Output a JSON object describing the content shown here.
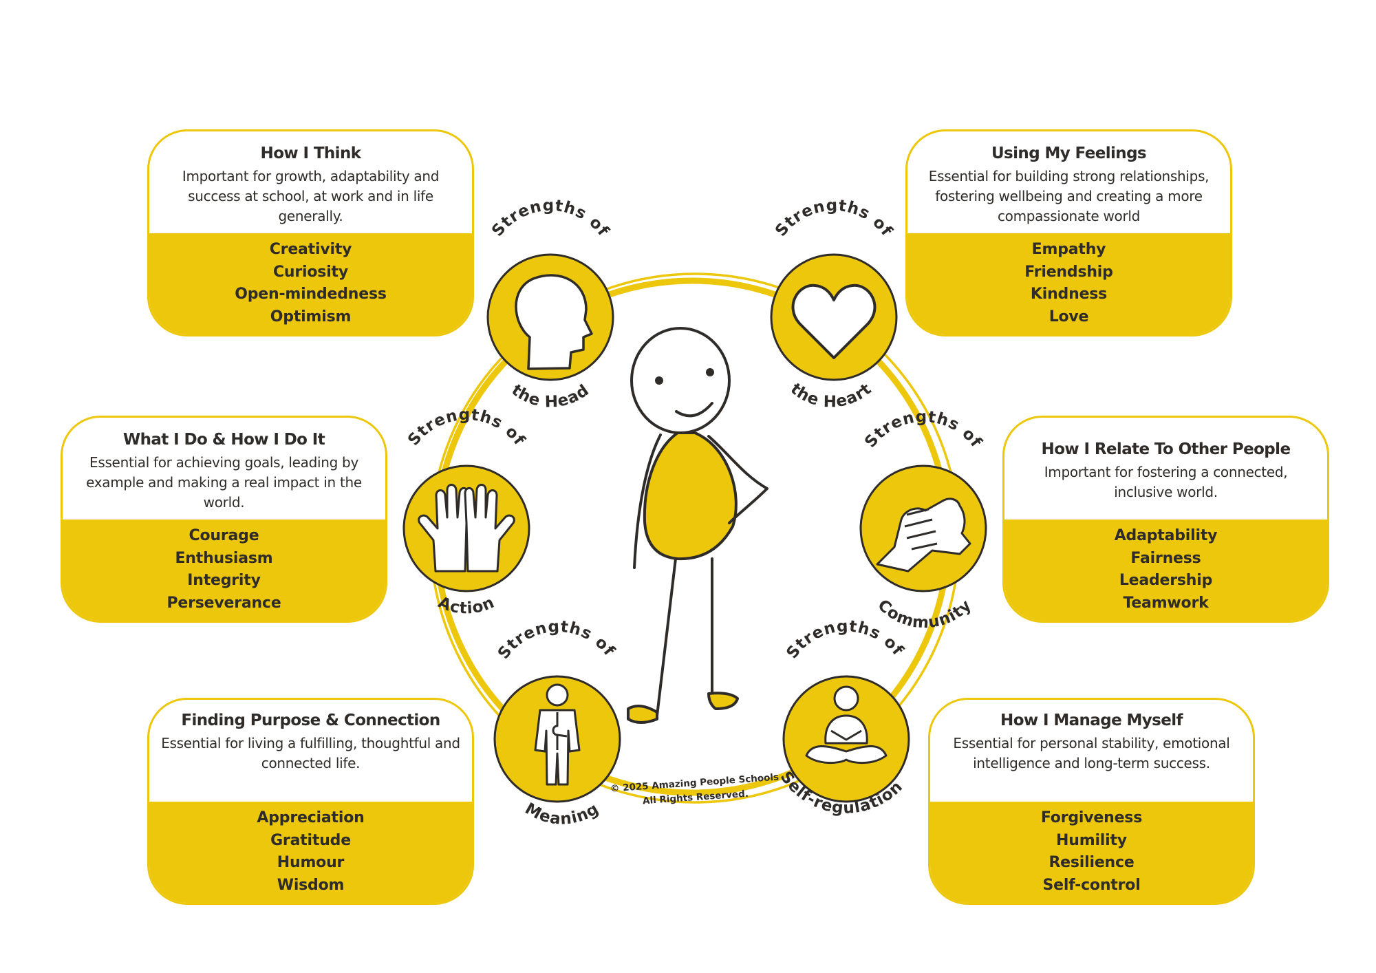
{
  "colors": {
    "accent": "#ecc70c",
    "ink": "#2e2b28",
    "background": "#ffffff"
  },
  "center": {
    "figure": "stick-figure",
    "copyright_line1": "© 2025 Amazing People Schools",
    "copyright_line2": "All Rights Reserved."
  },
  "badges": [
    {
      "top_text": "Strengths of",
      "bottom_text": "the Head",
      "icon": "head-profile-icon"
    },
    {
      "top_text": "Strengths of",
      "bottom_text": "the Heart",
      "icon": "heart-icon"
    },
    {
      "top_text": "Strengths of",
      "bottom_text": "Action",
      "icon": "raised-hands-icon"
    },
    {
      "top_text": "Strengths of",
      "bottom_text": "Community",
      "icon": "handshake-icon"
    },
    {
      "top_text": "Strengths of",
      "bottom_text": "Meaning",
      "icon": "puzzle-person-icon"
    },
    {
      "top_text": "Strengths of",
      "bottom_text": "Self-regulation",
      "icon": "meditating-person-icon"
    }
  ],
  "cards": [
    {
      "id": "head",
      "title": "How I Think",
      "description": "Important for growth, adaptability and success at school, at work and in life generally.",
      "strengths": [
        "Creativity",
        "Curiosity",
        "Open-mindedness",
        "Optimism"
      ]
    },
    {
      "id": "heart",
      "title": "Using My Feelings",
      "description": "Essential for building strong relationships, fostering wellbeing and creating a more compassionate world",
      "strengths": [
        "Empathy",
        "Friendship",
        "Kindness",
        "Love"
      ]
    },
    {
      "id": "action",
      "title": "What I Do & How I Do It",
      "description": "Essential for achieving goals, leading by example and making a real impact in the world.",
      "strengths": [
        "Courage",
        "Enthusiasm",
        "Integrity",
        "Perseverance"
      ]
    },
    {
      "id": "community",
      "title": "How I Relate To Other People",
      "description": "Important for fostering a connected, inclusive world.",
      "strengths": [
        "Adaptability",
        "Fairness",
        "Leadership",
        "Teamwork"
      ]
    },
    {
      "id": "meaning",
      "title": "Finding Purpose & Connection",
      "description": "Essential for living a fulfilling, thoughtful and connected life.",
      "strengths": [
        "Appreciation",
        "Gratitude",
        "Humour",
        "Wisdom"
      ]
    },
    {
      "id": "self",
      "title": "How I Manage Myself",
      "description": "Essential for personal stability, emotional intelligence and long-term success.",
      "strengths": [
        "Forgiveness",
        "Humility",
        "Resilience",
        "Self-control"
      ]
    }
  ]
}
